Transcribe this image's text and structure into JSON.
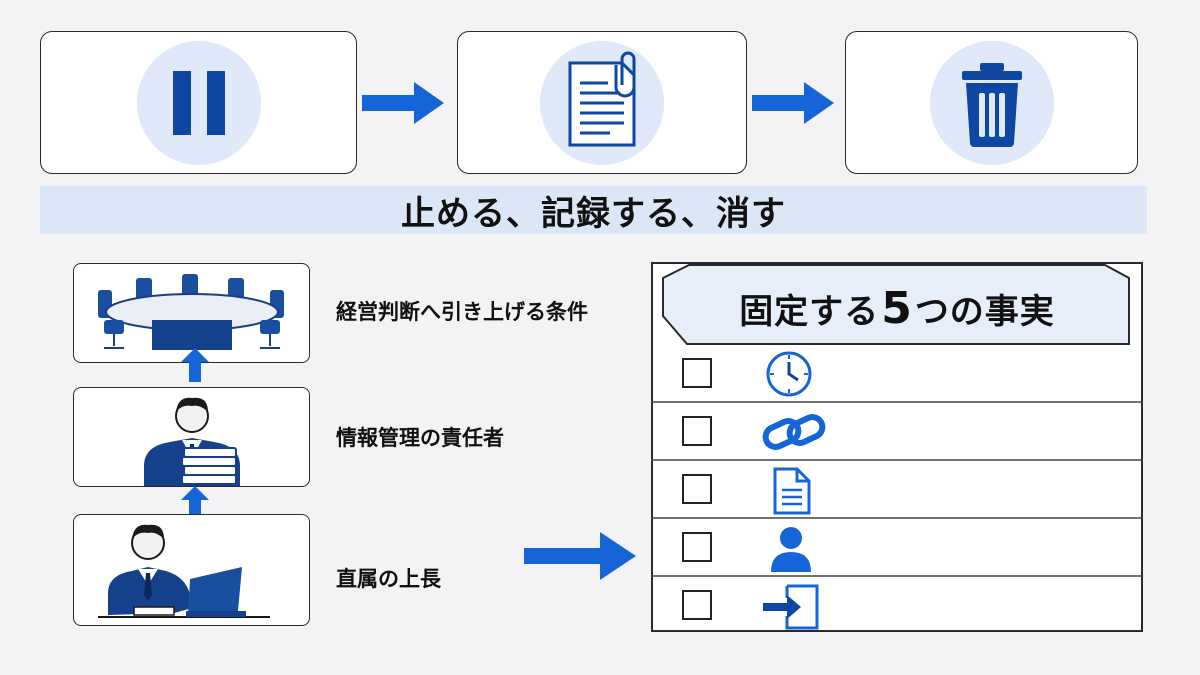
{
  "flow": {
    "steps": [
      {
        "icon": "pause-icon"
      },
      {
        "icon": "document-clip-icon"
      },
      {
        "icon": "trash-icon"
      }
    ]
  },
  "banner": {
    "text": "止める、記録する、消す"
  },
  "escalation": {
    "levels": [
      {
        "label": "経営判断へ引き上げる条件",
        "icon": "boardroom-icon"
      },
      {
        "label": "情報管理の責任者",
        "icon": "manager-with-documents-icon"
      },
      {
        "label": "直属の上長",
        "icon": "employee-at-laptop-icon"
      }
    ]
  },
  "facts": {
    "title_pre": "固定する",
    "title_num": "5",
    "title_post": "つの事実",
    "items": [
      {
        "icon": "clock-icon"
      },
      {
        "icon": "link-icon"
      },
      {
        "icon": "document-icon"
      },
      {
        "icon": "person-icon"
      },
      {
        "icon": "login-icon"
      }
    ]
  },
  "colors": {
    "accent": "#1565d8",
    "dark_blue": "#0d47a1",
    "light_blue": "#dfe9f9",
    "banner_bg": "#dbe6f6"
  }
}
